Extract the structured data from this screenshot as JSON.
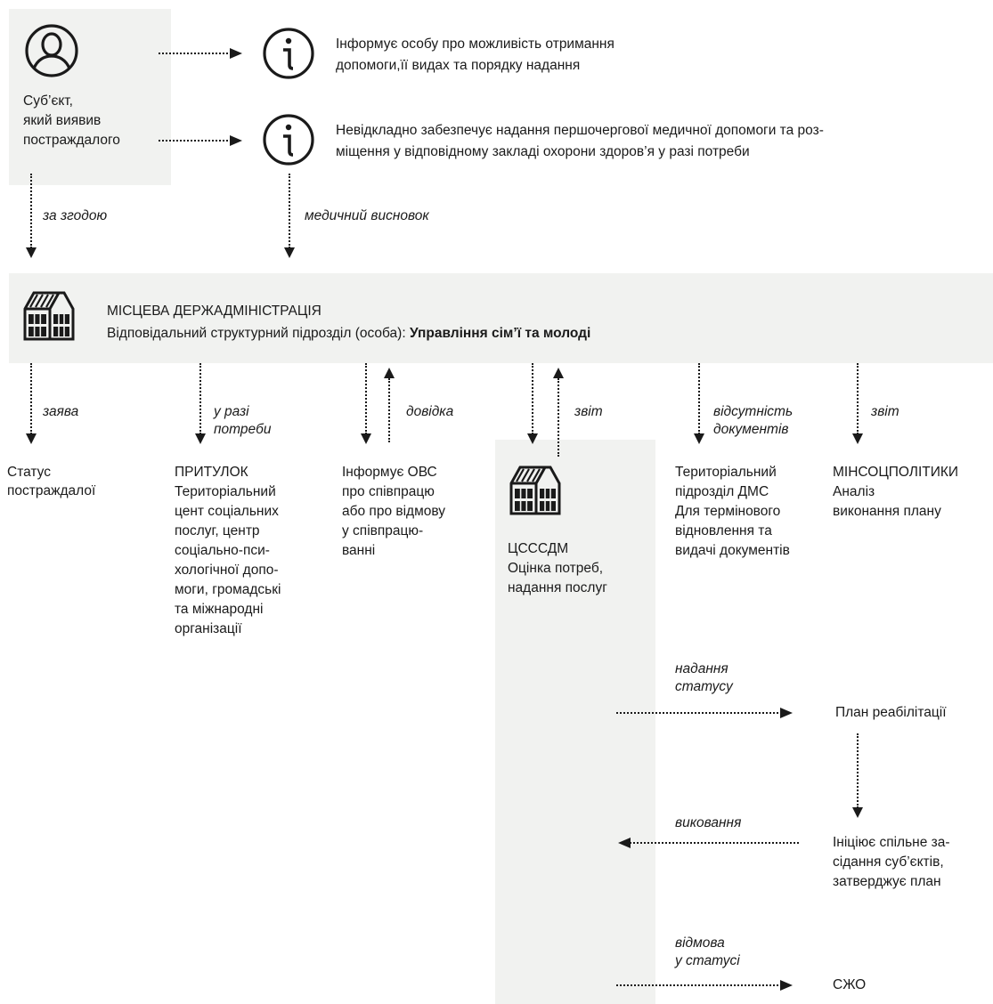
{
  "subject": {
    "lines": [
      "Суб’єкт,",
      "який виявив",
      "постраждалого"
    ]
  },
  "info1": {
    "lines": [
      "Інформує особу про можливість отримання",
      "допомоги,її видах та порядку надання"
    ]
  },
  "info2": {
    "lines": [
      "Невідкладно забезпечує надання першочергової медичної допомоги та роз-",
      "міщення у відповідному закладі охорони здоров’я у разі потреби"
    ]
  },
  "labels": {
    "consent": "за згодою",
    "medical": "медичний висновок",
    "application": "заява",
    "if_needed": [
      "у разі",
      "потреби"
    ],
    "certificate": "довідка",
    "report1": "звіт",
    "no_documents": [
      "відсутність",
      "документів"
    ],
    "report2": "звіт",
    "granting_status": [
      "надання",
      "статусу"
    ],
    "execution": "виковання",
    "refusal": [
      "відмова",
      "у статусі"
    ]
  },
  "administration": {
    "title": "МІСЦЕВА ДЕРЖАДМІНІСТРАЦІЯ",
    "subtitle_prefix": "Відповідальний структурний підрозділ (особа): ",
    "subtitle_bold": "Управління сім’ї та молоді"
  },
  "col_status": {
    "lines": [
      "Статус",
      "постраждалої"
    ]
  },
  "col_shelter": {
    "title": "ПРИТУЛОК",
    "lines": [
      "Територіальний",
      "цент соціальних",
      "послуг, центр",
      "соціально-пси-",
      "хологічної допо-",
      "моги, громадські",
      "та міжнародні",
      "організації"
    ]
  },
  "col_ovs": {
    "lines": [
      "Інформує ОВС",
      "про співпрацю",
      "або про відмову",
      "у співпрацю-",
      "ванні"
    ]
  },
  "col_csssdm": {
    "title": "ЦСССДМ",
    "lines": [
      "Оцінка потреб,",
      "надання послуг"
    ]
  },
  "col_dms": {
    "lines": [
      "Територіальний",
      "підрозділ ДМС",
      "Для термінового",
      "відновлення та",
      "видачі документів"
    ]
  },
  "col_minsoc": {
    "title": "МІНСОЦПОЛІТИКИ",
    "lines": [
      "Аналіз",
      "виконання плану"
    ]
  },
  "rehab_plan": "План реабілітації",
  "initiates": {
    "lines": [
      "Ініціює спільне за-",
      "сідання суб’єктів,",
      "затверджує план"
    ]
  },
  "szho": "СЖО",
  "colors": {
    "panel": "#f1f2f0",
    "ink": "#1a1a1a"
  }
}
